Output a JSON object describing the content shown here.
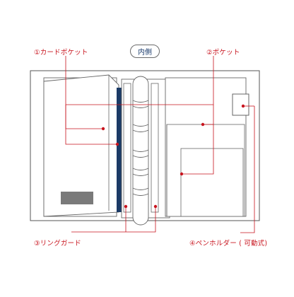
{
  "title": "内側",
  "labels": {
    "card_pocket": "①カードポケット",
    "pocket": "②ポケット",
    "ring_guard": "③リングガード",
    "pen_holder": "④ペンホルダー ( 可動式)"
  },
  "colors": {
    "outline": "#555555",
    "inner_fill": "#ffffff",
    "navy": "#1b3a66",
    "accent_red": "#c8141e",
    "grey_block": "#777777",
    "title_text": "#1c3d6e"
  }
}
